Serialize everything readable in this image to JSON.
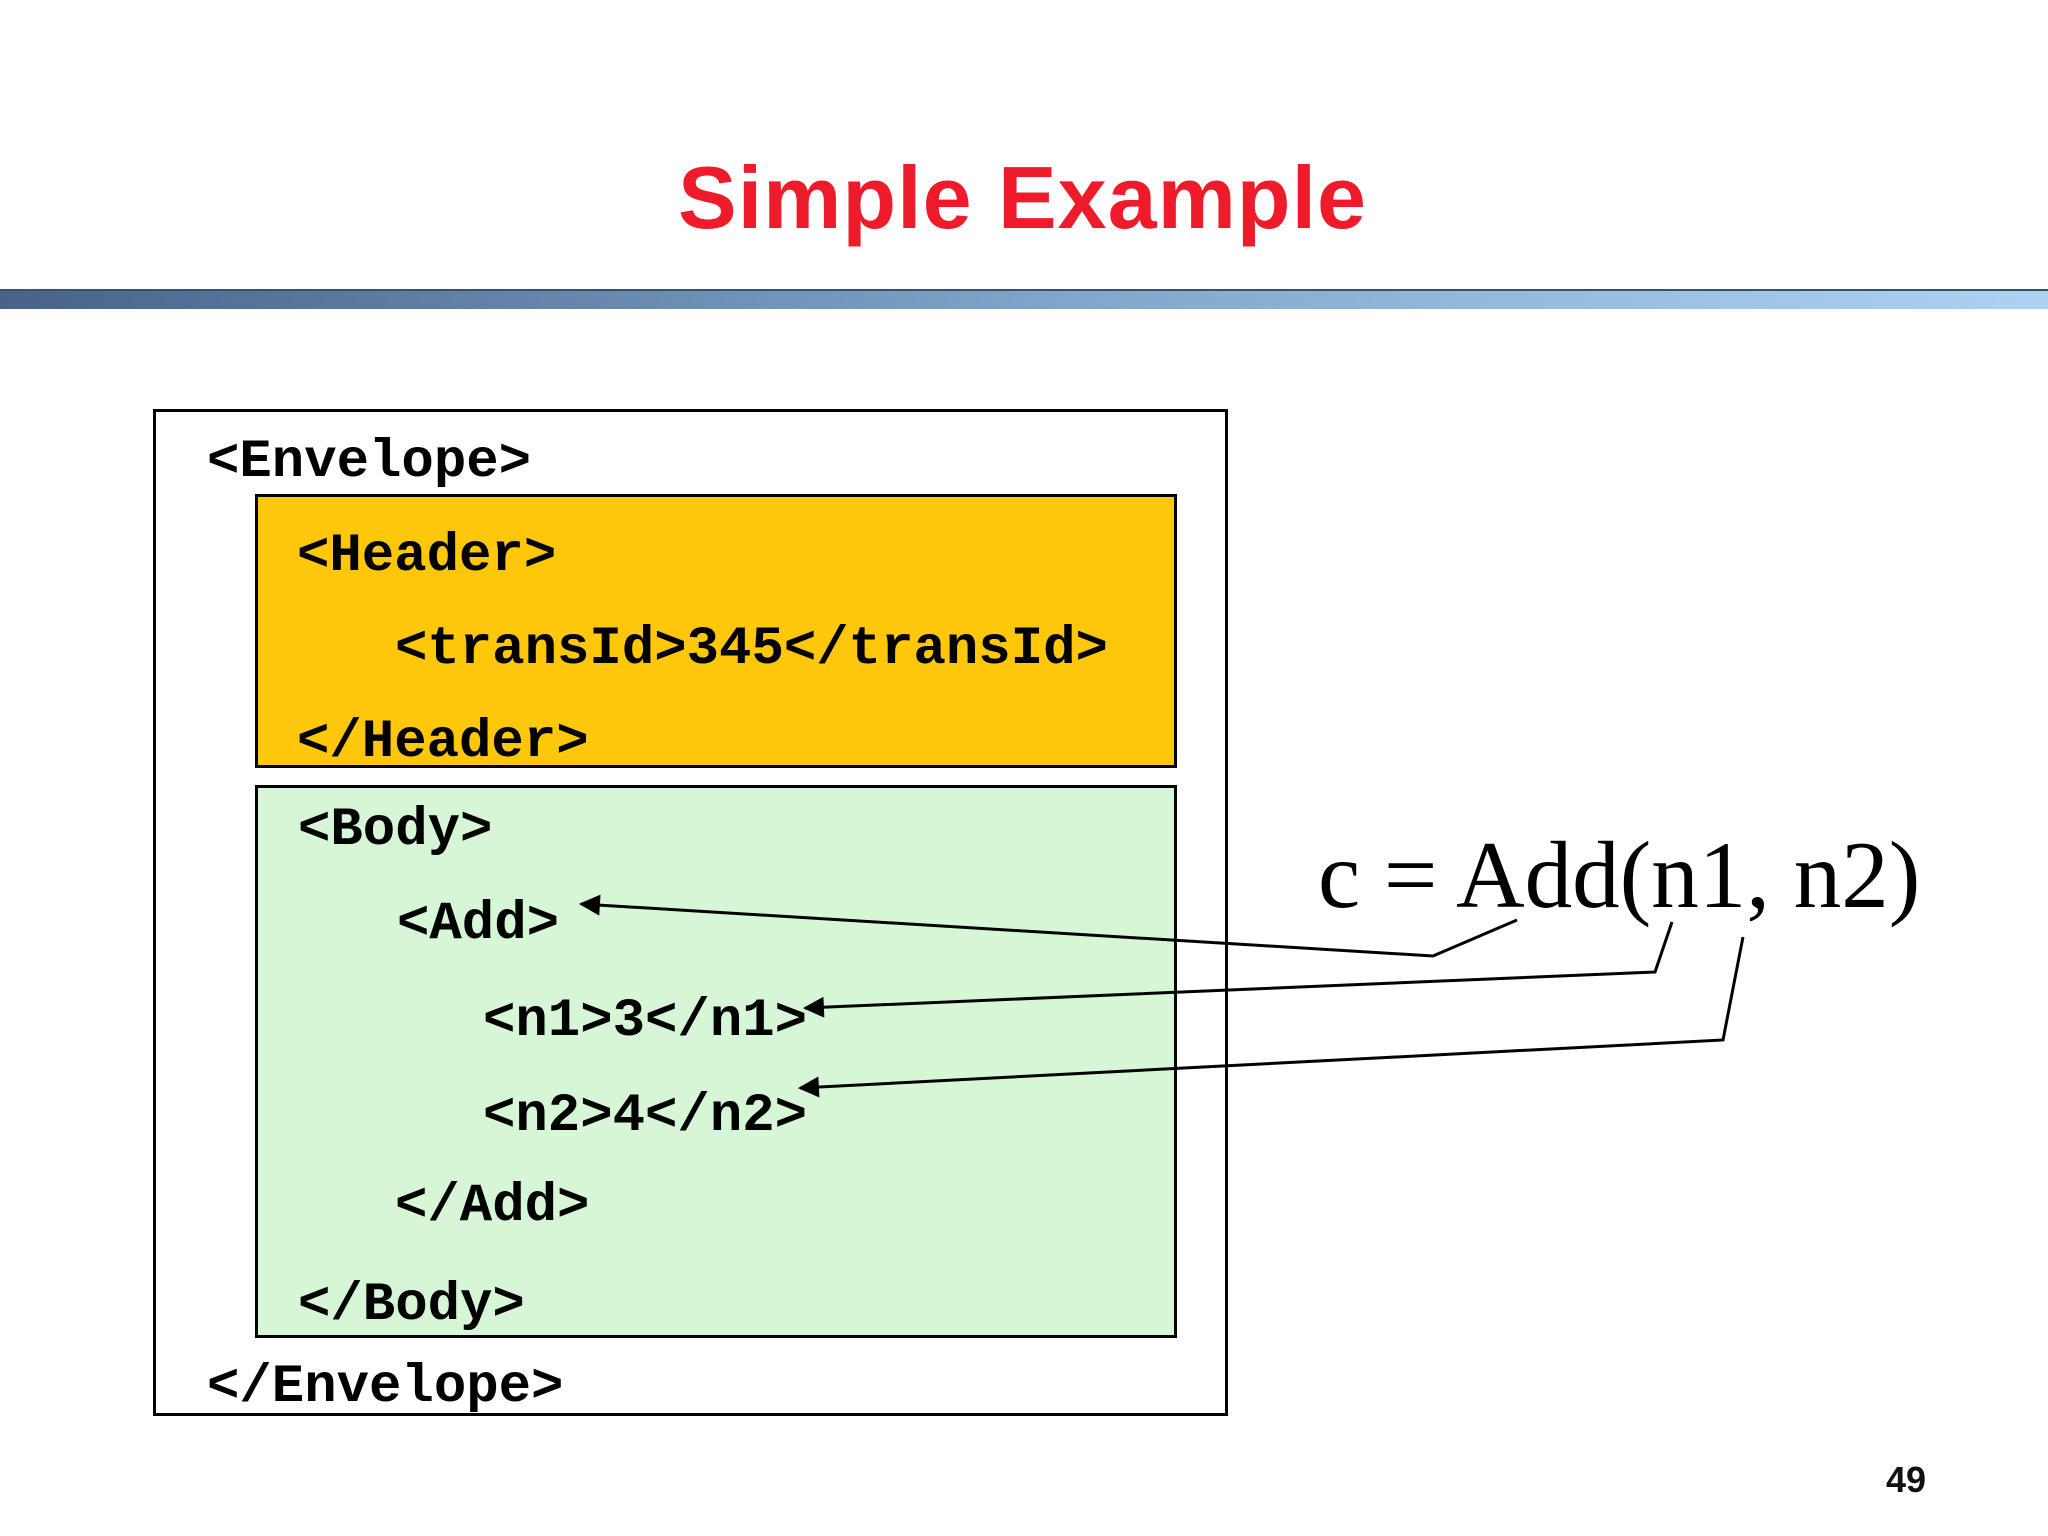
{
  "slide": {
    "title": "Simple Example",
    "page_number": "49",
    "colors": {
      "title_red": "#EE1B2B",
      "divider_left": "#47638C",
      "divider_right": "#ADD2F2",
      "header_box_fill": "#FFC70A",
      "body_box_fill": "#D6F7D6",
      "box_border": "#000000"
    }
  },
  "code": {
    "envelope_open": "<Envelope>",
    "header_lines": [
      "<Header>",
      "<transId>345</transId>",
      "</Header>"
    ],
    "body_lines": [
      "<Body>",
      "<Add>",
      "<n1>3</n1>",
      "<n2>4</n2>",
      "</Add>",
      "</Body>"
    ],
    "envelope_close": "</Envelope>"
  },
  "annotation": {
    "equation": "c = Add(n1, n2)",
    "arrows": [
      {
        "from": "Add",
        "to": "<Add>"
      },
      {
        "from": "n1",
        "to": "<n1>3</n1>"
      },
      {
        "from": "n2",
        "to": "<n2>4</n2>"
      }
    ]
  }
}
